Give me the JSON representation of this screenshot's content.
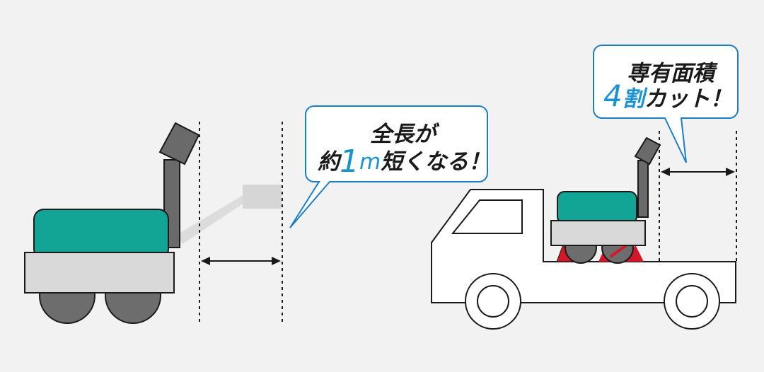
{
  "callout_left": {
    "line1": "全長が",
    "line2_pre": "約",
    "line2_num": "1",
    "line2_unit": "m",
    "line2_post": "短くなる！"
  },
  "callout_right": {
    "line1": "専有面積",
    "line2_num": "4",
    "line2_kanji": "割",
    "line2_post": "カット！"
  },
  "colors": {
    "background": "#f2f2f2",
    "machine_body": "#12a595",
    "chassis": "#d9d9d9",
    "wheel": "#6d6d6d",
    "exhaust": "#6a6a6a",
    "accent_blue": "#1b93d3",
    "chock_red": "#d3182a"
  }
}
